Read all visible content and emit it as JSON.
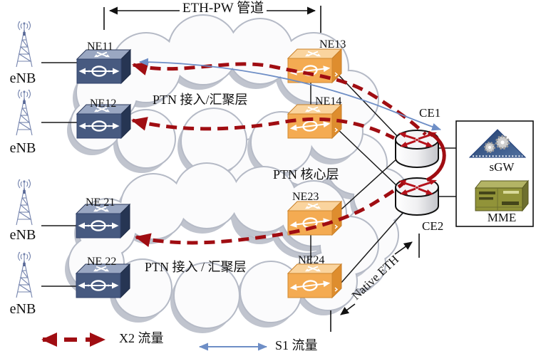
{
  "header": {
    "eth_pw_pipe": "ETH-PW 管道"
  },
  "clouds": {
    "top": "PTN 接入/汇聚层",
    "core": "PTN 核心层",
    "bottom": "PTN 接入 / 汇聚层"
  },
  "nodes": {
    "ne11": "NE11",
    "ne12": "NE12",
    "ne13": "NE13",
    "ne14": "NE14",
    "ne21": "NE 21",
    "ne22": "NE 22",
    "ne23": "NE23",
    "ne24": "NE24",
    "ce1": "CE1",
    "ce2": "CE2",
    "sgw": "sGW",
    "mme": "MME",
    "enb": "eNB"
  },
  "annotations": {
    "native_eth": "Native ETH"
  },
  "legend": {
    "x2_label": "X2 流量",
    "s1_label": "S1 流量"
  },
  "colors": {
    "x2_traffic": "#a00d12",
    "s1_traffic": "#6e8ec6",
    "switch_dark": "#475a80",
    "switch_orange": "#f4ab52",
    "cloud_outline": "#b5bac6",
    "sgw_navy": "#2a4878",
    "mme_olive": "#919339"
  }
}
